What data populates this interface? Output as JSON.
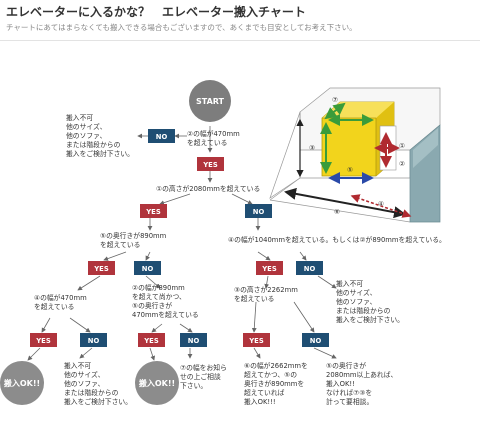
{
  "header": {
    "title": "エレベーターに入るかな？　エレベーター搬入チャート",
    "subtitle": "チャートにあてはまらなくても搬入できる場合もございますので、あくまでも目安としてお考え下さい。"
  },
  "flow": {
    "start": "START",
    "yes": "YES",
    "no": "NO",
    "q_width470": [
      "②の幅が470mm",
      "を超えている"
    ],
    "q_height2080": "①の高さが2080mmを超えている",
    "q_depth890": [
      "⑤の奥行きが890mm",
      "を超えている"
    ],
    "q_width1040": "④の幅が1040mmを超えている。もしくは②が890mmを超えている。",
    "q_width470b": [
      "④の幅が470mm",
      "を超えている"
    ],
    "q_width890": [
      "②の幅が890mm",
      "を超えて尚かつ、",
      "⑤の奥行きが",
      "470mmを超えている"
    ],
    "q_height2262": [
      "③の高さが2262mm",
      "を超えている"
    ],
    "ng_text": [
      "搬入不可",
      "他のサイズ、",
      "他のソファ、",
      "または階段からの",
      "搬入をご検討下さい。"
    ],
    "ok": "搬入OK!!",
    "ask_text": [
      "⑦の幅をお知ら",
      "せの上ご相談",
      "下さい。"
    ],
    "cond_width2662": [
      "⑥の幅が2662mmを",
      "超えてかつ、⑤の",
      "奥行きが890mmを",
      "超えていれば",
      "搬入OK!!!"
    ],
    "cond_depth2080": [
      "⑤の奥行きが",
      "2080mm以上あれば、",
      "搬入OK!!",
      "なければ⑦③を",
      "計って要相談。"
    ]
  },
  "illustration": {
    "labels": [
      "①",
      "②",
      "③",
      "④",
      "⑤",
      "⑥",
      "⑦"
    ]
  },
  "colors": {
    "start_circle": "#7d7d7d",
    "ok_circle": "#8c8c8c",
    "yes_box": "#b0343c",
    "no_box": "#1f4e73",
    "elevator_car": "#f2d41c",
    "wall": "#8aa9b0",
    "arrow_green": "#3a9c3a",
    "arrow_red": "#b02a30",
    "arrow_blue": "#2a4aa8"
  }
}
